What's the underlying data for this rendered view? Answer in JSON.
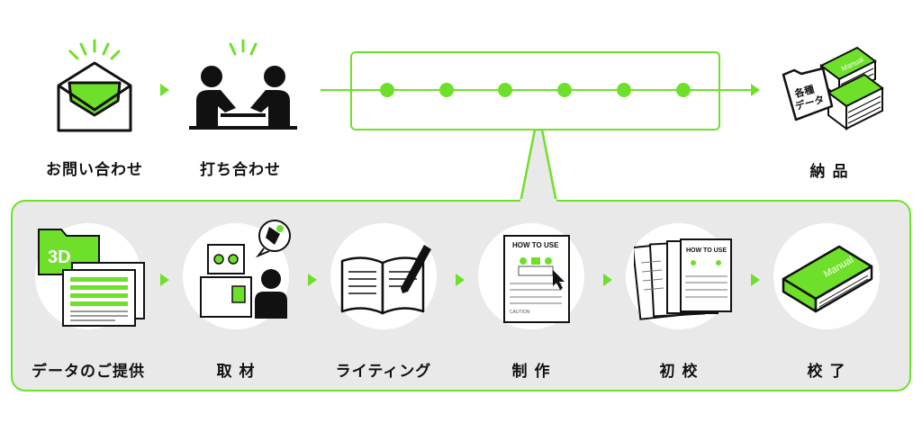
{
  "colors": {
    "accent": "#6fe02a",
    "panel": "#e9e9e9",
    "ink": "#111111"
  },
  "top_flow": [
    {
      "label": "お問い合わせ",
      "icon": "envelope-icon"
    },
    {
      "label": "打ち合わせ",
      "icon": "meeting-icon"
    },
    {
      "label": "納 品",
      "icon": "data-folder-icon"
    }
  ],
  "data_folder_text": "各種\nデータ",
  "manual_tag": "Manual",
  "steps": [
    {
      "label": "データのご提供",
      "icon": "3d-data-icon",
      "badge": "3D"
    },
    {
      "label": "取 材",
      "icon": "interview-icon"
    },
    {
      "label": "ライティング",
      "icon": "writing-icon"
    },
    {
      "label": "制 作",
      "icon": "production-icon",
      "sheet_title": "HOW TO USE",
      "caution": "CAUTION"
    },
    {
      "label": "初 校",
      "icon": "proof-icon",
      "sheet_title": "HOW TO USE"
    },
    {
      "label": "校 了",
      "icon": "manual-book-icon",
      "book_text": "Manual"
    }
  ]
}
